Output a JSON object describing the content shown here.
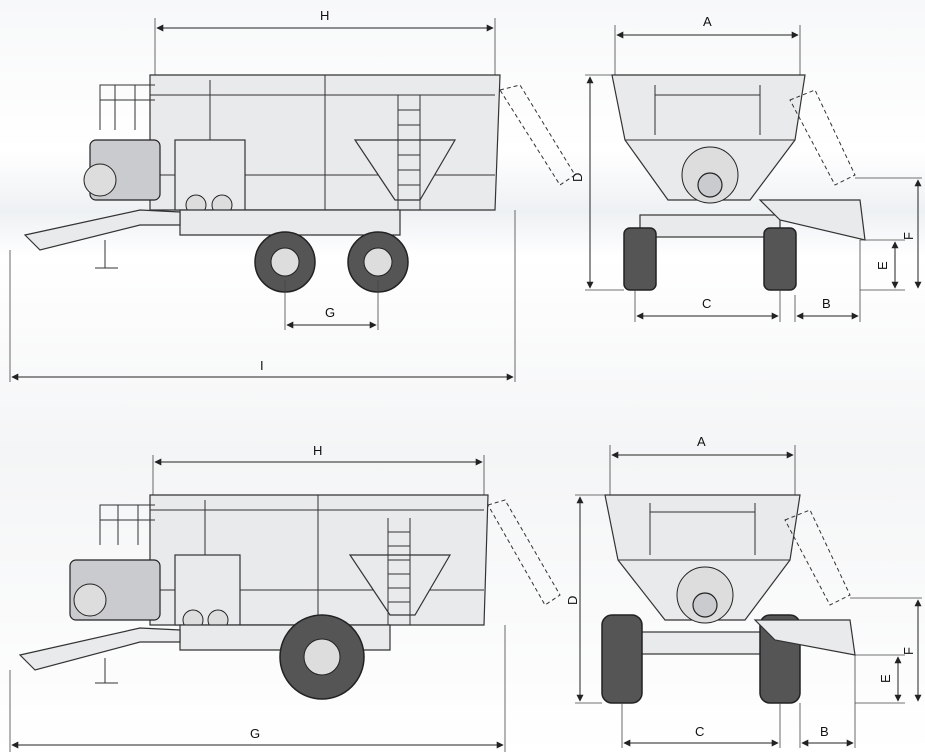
{
  "labels": {
    "top_side": {
      "H": "H",
      "G": "G",
      "I": "I"
    },
    "top_rear": {
      "A": "A",
      "D": "D",
      "C": "C",
      "B": "B",
      "E": "E",
      "F": "F"
    },
    "bottom_side": {
      "H": "H",
      "G": "G"
    },
    "bottom_rear": {
      "A": "A",
      "D": "D",
      "C": "C",
      "B": "B",
      "E": "E",
      "F": "F"
    }
  }
}
